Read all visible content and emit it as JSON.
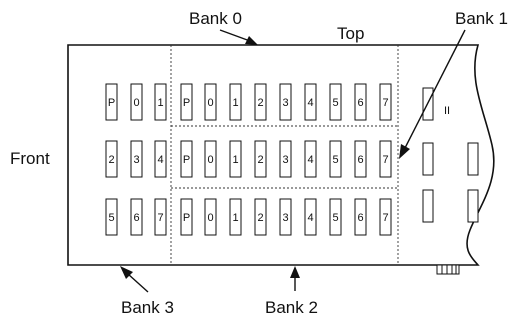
{
  "labels": {
    "bank0": "Bank 0",
    "bank1": "Bank 1",
    "bank2": "Bank 2",
    "bank3": "Bank 3",
    "top": "Top",
    "front": "Front"
  },
  "rows": [
    [
      "P",
      "0",
      "1",
      "P",
      "0",
      "1",
      "2",
      "3",
      "4",
      "5",
      "6",
      "7"
    ],
    [
      "2",
      "3",
      "4",
      "P",
      "0",
      "1",
      "2",
      "3",
      "4",
      "5",
      "6",
      "7"
    ],
    [
      "5",
      "6",
      "7",
      "P",
      "0",
      "1",
      "2",
      "3",
      "4",
      "5",
      "6",
      "7"
    ]
  ],
  "marks": {
    "right_side": "II"
  }
}
